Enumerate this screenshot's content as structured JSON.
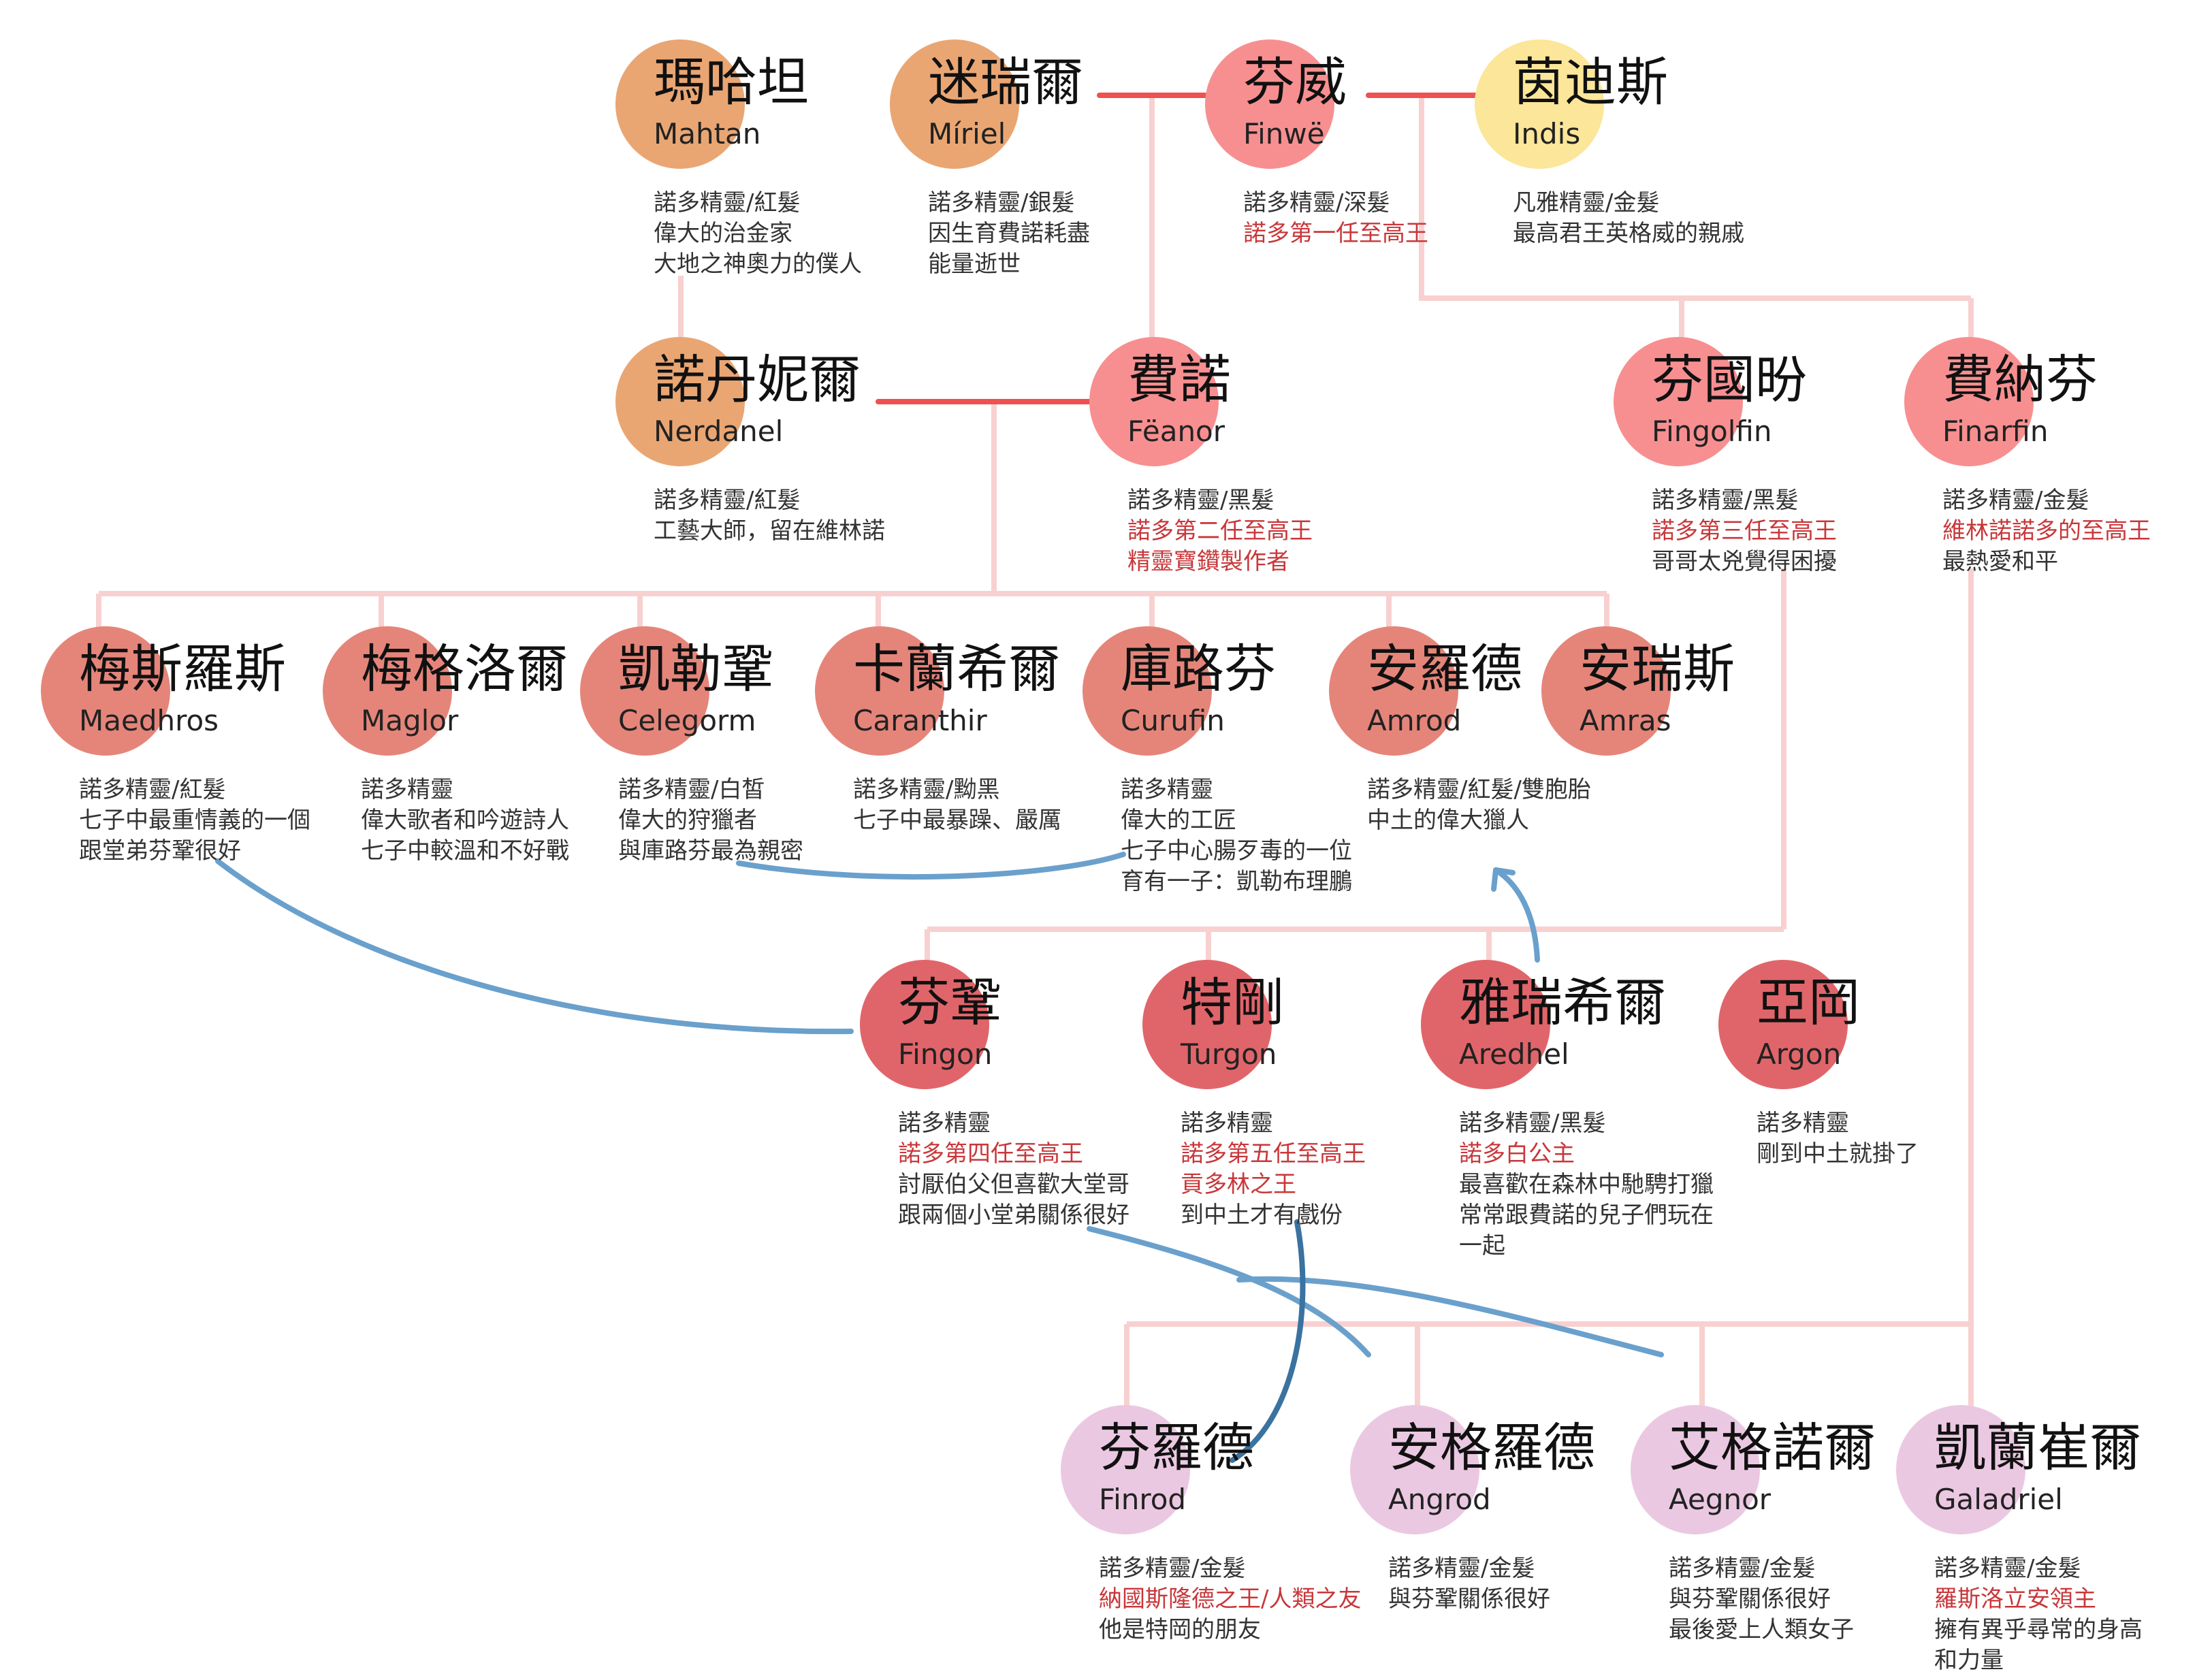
{
  "colors": {
    "link": "#f8d0d0",
    "marriage": "#ef5050",
    "relation": "#6aa0cc",
    "relation_dark": "#3a72a0",
    "highlight_text": "#c8373a",
    "normal_text": "#333333"
  },
  "nodes": [
    {
      "id": "mahtan",
      "name": "瑪哈坦",
      "english": "Mahtan",
      "color": "#e9a673",
      "lines": [
        {
          "text": "諾多精靈/紅髮"
        },
        {
          "text": "偉大的治金家"
        },
        {
          "text": "大地之神奧力的僕人"
        }
      ]
    },
    {
      "id": "miriel",
      "name": "迷瑞爾",
      "english": "Míriel",
      "color": "#e9a673",
      "lines": [
        {
          "text": "諾多精靈/銀髮"
        },
        {
          "text": "因生育費諾耗盡"
        },
        {
          "text": "能量逝世"
        }
      ]
    },
    {
      "id": "finwe",
      "name": "芬威",
      "english": "Finwë",
      "color": "#f78f90",
      "lines": [
        {
          "text": "諾多精靈/深髮"
        },
        {
          "text": "諾多第一任至高王",
          "red": true
        }
      ]
    },
    {
      "id": "indis",
      "name": "茵迪斯",
      "english": "Indis",
      "color": "#fbe699",
      "lines": [
        {
          "text": "凡雅精靈/金髮"
        },
        {
          "text": "最高君王英格威的親戚"
        }
      ]
    },
    {
      "id": "nerdanel",
      "name": "諾丹妮爾",
      "english": "Nerdanel",
      "color": "#e9a673",
      "lines": [
        {
          "text": "諾多精靈/紅髮"
        },
        {
          "text": "工藝大師，留在維林諾"
        }
      ]
    },
    {
      "id": "feanor",
      "name": "費諾",
      "english": "Fëanor",
      "color": "#f78f90",
      "lines": [
        {
          "text": "諾多精靈/黑髮"
        },
        {
          "text": "諾多第二任至高王",
          "red": true
        },
        {
          "text": "精靈寶鑽製作者",
          "red": true
        }
      ]
    },
    {
      "id": "fingolfin",
      "name": "芬國昐",
      "english": "Fingolfin",
      "color": "#f78f90",
      "lines": [
        {
          "text": "諾多精靈/黑髮"
        },
        {
          "text": "諾多第三任至高王",
          "red": true
        },
        {
          "text": "哥哥太兇覺得困擾"
        }
      ]
    },
    {
      "id": "finarfin",
      "name": "費納芬",
      "english": "Finarfin",
      "color": "#f78f90",
      "lines": [
        {
          "text": "諾多精靈/金髮"
        },
        {
          "text": "維林諾諾多的至高王",
          "red": true
        },
        {
          "text": "最熱愛和平"
        }
      ]
    },
    {
      "id": "maedhros",
      "name": "梅斯羅斯",
      "english": "Maedhros",
      "color": "#e5857a",
      "lines": [
        {
          "text": "諾多精靈/紅髮"
        },
        {
          "text": "七子中最重情義的一個"
        },
        {
          "text": "跟堂弟芬鞏很好"
        }
      ]
    },
    {
      "id": "maglor",
      "name": "梅格洛爾",
      "english": "Maglor",
      "color": "#e5857a",
      "lines": [
        {
          "text": "諾多精靈"
        },
        {
          "text": "偉大歌者和吟遊詩人"
        },
        {
          "text": "七子中較溫和不好戰"
        }
      ]
    },
    {
      "id": "celegorm",
      "name": "凱勒鞏",
      "english": "Celegorm",
      "color": "#e5857a",
      "lines": [
        {
          "text": "諾多精靈/白皙"
        },
        {
          "text": "偉大的狩獵者"
        },
        {
          "text": "與庫路芬最為親密"
        }
      ]
    },
    {
      "id": "caranthir",
      "name": "卡蘭希爾",
      "english": "Caranthir",
      "color": "#e5857a",
      "lines": [
        {
          "text": "諾多精靈/黝黑"
        },
        {
          "text": "七子中最暴躁、嚴厲"
        }
      ]
    },
    {
      "id": "curufin",
      "name": "庫路芬",
      "english": "Curufin",
      "color": "#e5857a",
      "lines": [
        {
          "text": "諾多精靈"
        },
        {
          "text": "偉大的工匠"
        },
        {
          "text": "七子中心腸歹毒的一位"
        },
        {
          "text": "育有一子：凱勒布理鵬"
        }
      ]
    },
    {
      "id": "amrod",
      "name": "安羅德",
      "english": "Amrod",
      "color": "#e5857a",
      "lines": [
        {
          "text": "諾多精靈/紅髮/雙胞胎"
        },
        {
          "text": "中土的偉大獵人"
        }
      ]
    },
    {
      "id": "amras",
      "name": "安瑞斯",
      "english": "Amras",
      "color": "#e5857a",
      "lines": []
    },
    {
      "id": "fingon",
      "name": "芬鞏",
      "english": "Fingon",
      "color": "#e0656a",
      "lines": [
        {
          "text": "諾多精靈"
        },
        {
          "text": "諾多第四任至高王",
          "red": true
        },
        {
          "text": "討厭伯父但喜歡大堂哥"
        },
        {
          "text": "跟兩個小堂弟關係很好"
        }
      ]
    },
    {
      "id": "turgon",
      "name": "特剛",
      "english": "Turgon",
      "color": "#e0656a",
      "lines": [
        {
          "text": "諾多精靈"
        },
        {
          "text": "諾多第五任至高王",
          "red": true
        },
        {
          "text": "貢多林之王",
          "red": true
        },
        {
          "text": "到中土才有戲份"
        }
      ]
    },
    {
      "id": "aredhel",
      "name": "雅瑞希爾",
      "english": "Aredhel",
      "color": "#e0656a",
      "lines": [
        {
          "text": "諾多精靈/黑髮"
        },
        {
          "text": "諾多白公主",
          "red": true
        },
        {
          "text": "最喜歡在森林中馳騁打獵"
        },
        {
          "text": "常常跟費諾的兒子們玩在"
        },
        {
          "text": "一起"
        }
      ]
    },
    {
      "id": "argon",
      "name": "亞岡",
      "english": "Argon",
      "color": "#e0656a",
      "lines": [
        {
          "text": "諾多精靈"
        },
        {
          "text": "剛到中土就掛了"
        }
      ]
    },
    {
      "id": "finrod",
      "name": "芬羅德",
      "english": "Finrod",
      "color": "#ebc8e2",
      "lines": [
        {
          "text": "諾多精靈/金髮"
        },
        {
          "text": "納國斯隆德之王/人類之友",
          "red": true
        },
        {
          "text": "他是特岡的朋友"
        }
      ]
    },
    {
      "id": "angrod",
      "name": "安格羅德",
      "english": "Angrod",
      "color": "#ebc8e2",
      "lines": [
        {
          "text": "諾多精靈/金髮"
        },
        {
          "text": "與芬鞏關係很好"
        }
      ]
    },
    {
      "id": "aegnor",
      "name": "艾格諾爾",
      "english": "Aegnor",
      "color": "#ebc8e2",
      "lines": [
        {
          "text": "諾多精靈/金髮"
        },
        {
          "text": "與芬鞏關係很好"
        },
        {
          "text": "最後愛上人類女子"
        }
      ]
    },
    {
      "id": "galadriel",
      "name": "凱蘭崔爾",
      "english": "Galadriel",
      "color": "#ebc8e2",
      "lines": [
        {
          "text": "諾多精靈/金髮"
        },
        {
          "text": "羅斯洛立安領主",
          "red": true
        },
        {
          "text": "擁有異乎尋常的身高"
        },
        {
          "text": "和力量"
        }
      ]
    }
  ]
}
